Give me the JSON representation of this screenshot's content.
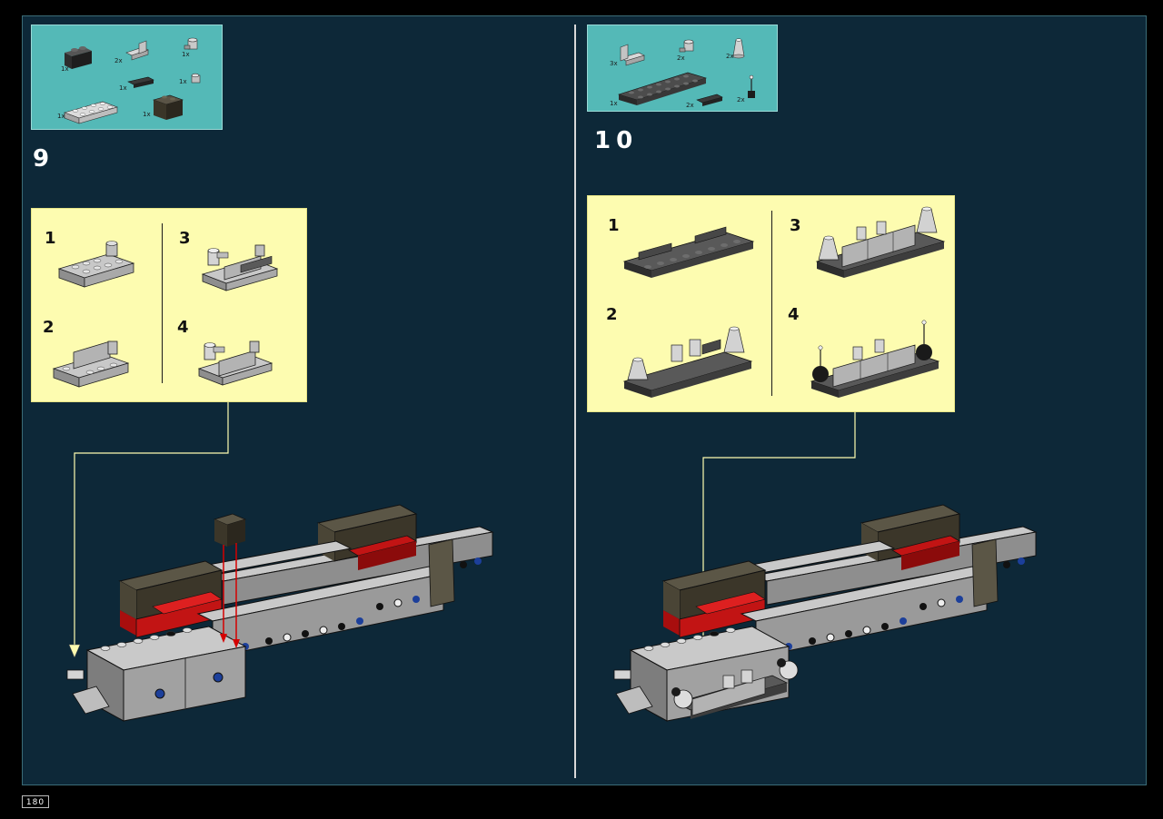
{
  "page_number": "180",
  "steps": [
    {
      "number": "9",
      "parts": [
        {
          "qty": "1x",
          "icon": "dark-brick-1x2-icon"
        },
        {
          "qty": "2x",
          "icon": "light-bracket-icon"
        },
        {
          "qty": "1x",
          "icon": "light-clip-icon"
        },
        {
          "qty": "1x",
          "icon": "dark-tile-icon"
        },
        {
          "qty": "1x",
          "icon": "small-clip-icon"
        },
        {
          "qty": "1x",
          "icon": "light-plate-2x4-icon"
        },
        {
          "qty": "1x",
          "icon": "dark-brick-2x2-icon"
        }
      ],
      "substeps": [
        "1",
        "2",
        "3",
        "4"
      ]
    },
    {
      "number": "10",
      "parts": [
        {
          "qty": "3x",
          "icon": "light-bracket-icon"
        },
        {
          "qty": "2x",
          "icon": "light-clip-icon"
        },
        {
          "qty": "2x",
          "icon": "cone-icon"
        },
        {
          "qty": "1x",
          "icon": "dark-plate-2x8-icon"
        },
        {
          "qty": "2x",
          "icon": "dark-tile-icon"
        },
        {
          "qty": "2x",
          "icon": "antenna-icon"
        }
      ],
      "substeps": [
        "1",
        "2",
        "3",
        "4"
      ]
    }
  ]
}
